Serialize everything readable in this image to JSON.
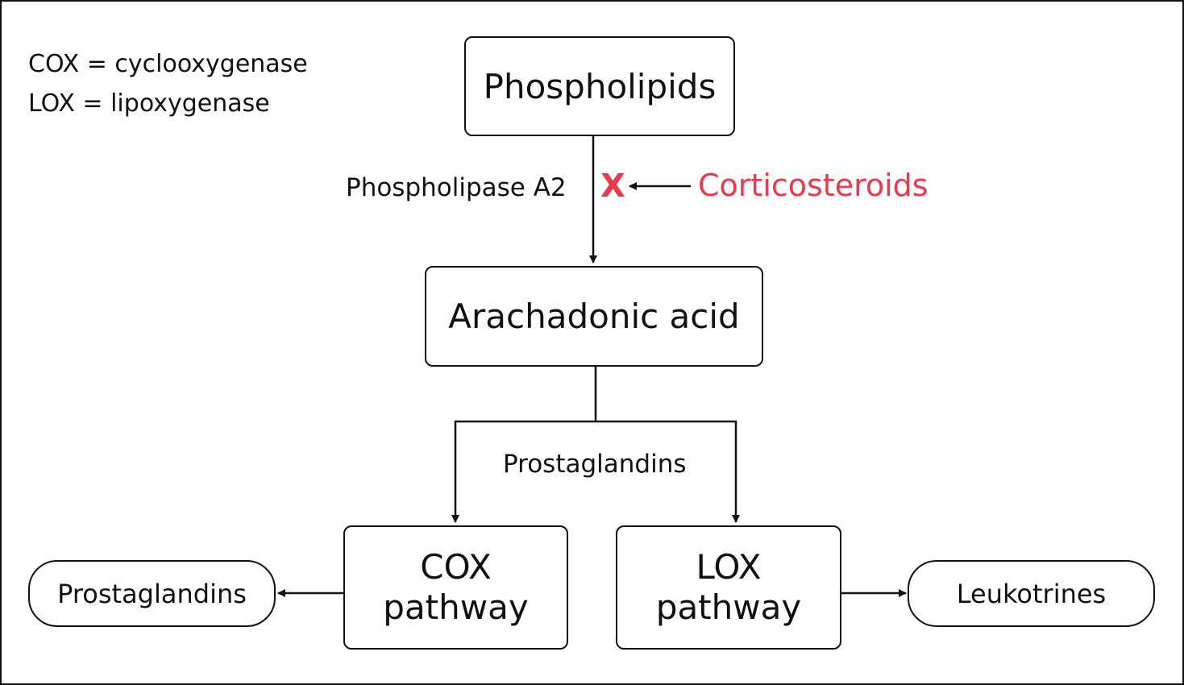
{
  "legend": {
    "line1": "COX = cyclooxygenase",
    "line2": "LOX = lipoxygenase"
  },
  "nodes": {
    "phospholipids": "Phospholipids",
    "arachidonic_acid": "Arachadonic acid",
    "cox_pathway_line1": "COX",
    "cox_pathway_line2": "pathway",
    "lox_pathway_line1": "LOX",
    "lox_pathway_line2": "pathway",
    "prostaglandins_output": "Prostaglandins",
    "leukotrines_output": "Leukotrines"
  },
  "edge_labels": {
    "enzyme": "Phospholipase A2",
    "branch": "Prostaglandins",
    "block_mark": "X",
    "inhibitor": "Corticosteroids"
  },
  "colors": {
    "inhibitor": "#e8394d",
    "line": "#111111"
  }
}
